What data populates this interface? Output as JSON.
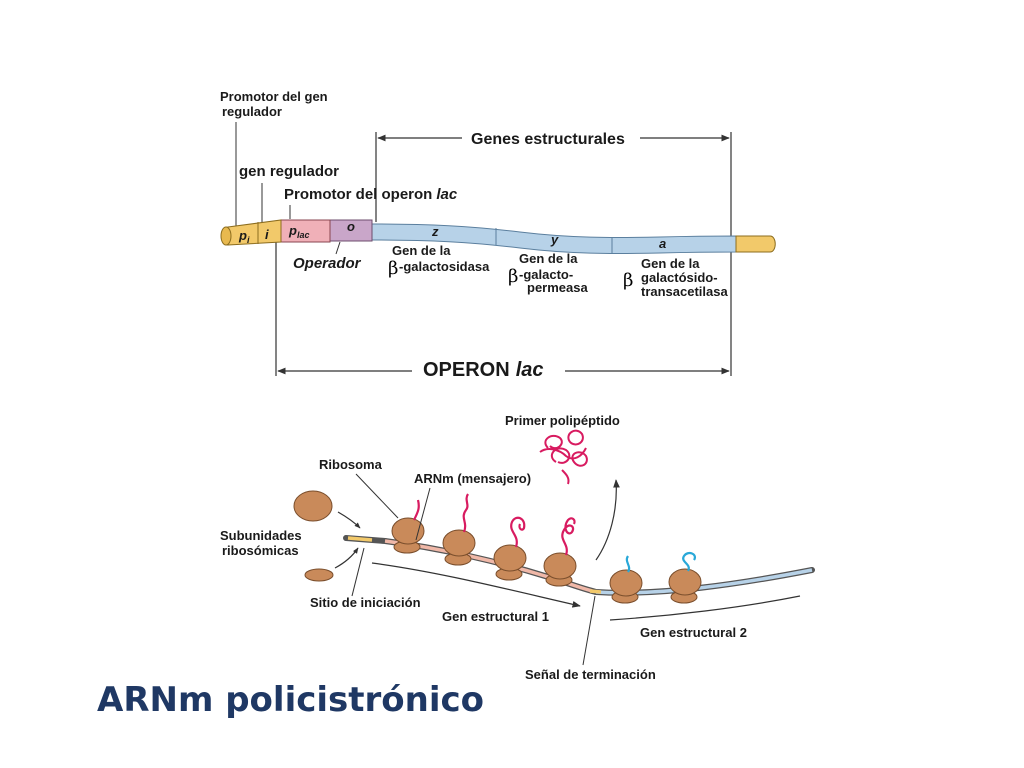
{
  "slide": {
    "title": "ARNm policistrónico",
    "title_color": "#1f3864"
  },
  "operon": {
    "promoter_regulator": [
      "Promotor del gen",
      "regulador"
    ],
    "regulator_gene": "gen regulador",
    "structural_genes": "Genes estructurales",
    "lac_promoter": "Promotor del operon",
    "lac_promoter_italic": "lac",
    "operator": "Operador",
    "segments": {
      "pi": "p",
      "pi_sub": "i",
      "i": "i",
      "plac": "p",
      "plac_sub": "lac",
      "o": "o",
      "z": "z",
      "y": "y",
      "a": "a"
    },
    "beta": "β",
    "gene_z": [
      "Gen de la",
      "-galactosidasa"
    ],
    "gene_y": [
      "Gen de la",
      "-galacto-",
      "permeasa"
    ],
    "gene_a": [
      "Gen de la",
      "galactósido-",
      "transacetilasa"
    ],
    "operon_label": "OPERON",
    "operon_label_italic": "lac",
    "colors": {
      "yellow": "#f2c96a",
      "pink": "#f0b0b8",
      "purple": "#c9a6c9",
      "blue": "#b7d2e8"
    }
  },
  "translation": {
    "primer_polipeptido": "Primer polipéptido",
    "ribosoma": "Ribosoma",
    "arnm": "ARNm (mensajero)",
    "subunidades": [
      "Subunidades",
      "ribosómicas"
    ],
    "sitio_iniciacion": "Sitio de iniciación",
    "gen_estructural_1": "Gen estructural 1",
    "gen_estructural_2": "Gen estructural 2",
    "senal_terminacion": "Señal de terminación",
    "colors": {
      "ribosome": "#c98a5a",
      "peptide_red": "#d81b60",
      "peptide_blue": "#29a8d8"
    }
  }
}
